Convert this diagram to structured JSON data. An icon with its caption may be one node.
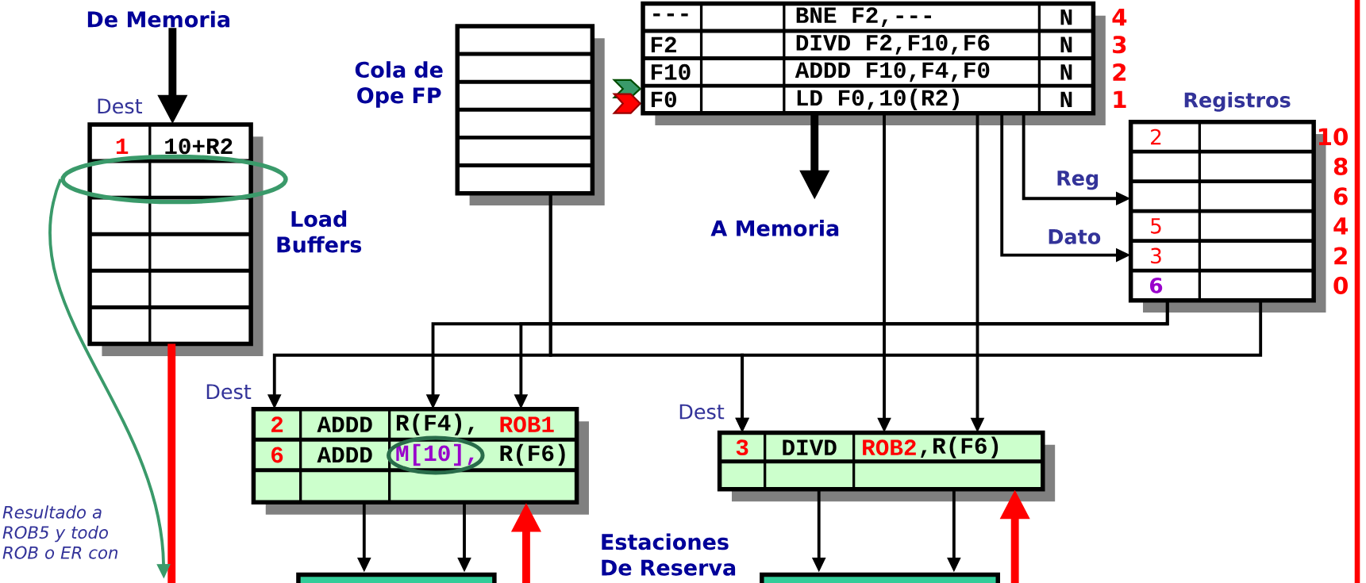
{
  "diagram": {
    "nodes": [
      {
        "text": [
          "De Memoria"
        ]
      },
      {
        "text": [
          "Dest",
          "1",
          "10+R2",
          "Load Buffers"
        ]
      },
      {
        "text": [],
        "shape": "ellipse"
      },
      {
        "text": [
          "Cola de Ope FP"
        ]
      },
      {
        "text": [
          "---",
          "BNE F2,---",
          "N",
          "F2",
          "DIVD F2,F10,F6",
          "N",
          "F10",
          "ADDD F10,F4,F0",
          "N",
          "F0",
          "LD F0,10(R2)",
          "N"
        ],
        "beside": [
          "4",
          "3",
          "2",
          "1"
        ]
      },
      {
        "text": [
          "A Memoria"
        ]
      },
      {
        "text": [
          "Registros",
          "2",
          "5",
          "3",
          "6"
        ],
        "beside": [
          "10",
          "8",
          "6",
          "4",
          "2",
          "0"
        ]
      },
      {
        "text": [
          "Dest",
          "2",
          "ADDD",
          "R(F4),",
          "ROB1",
          "6",
          "ADDD",
          "M[10],",
          "R(F6)"
        ]
      },
      {
        "text": [
          "Dest",
          "3",
          "DIVD",
          "ROB2",
          ",R(F6)"
        ]
      },
      {
        "text": [],
        "shape": "box"
      },
      {
        "text": [],
        "shape": "box"
      }
    ],
    "edges": [
      {
        "from": 0,
        "to": 1,
        "arrow": "to",
        "style": "thick"
      },
      {
        "from": 1,
        "to": null,
        "arrow": "none",
        "style": "thick",
        "color": "#ff0000"
      },
      {
        "from": 4,
        "to": 5,
        "arrow": "to",
        "style": "thick"
      },
      {
        "from": 4,
        "to": 6,
        "arrow": "to",
        "label": "Reg"
      },
      {
        "from": 4,
        "to": 6,
        "arrow": "to",
        "label": "Dato"
      },
      {
        "from": 4,
        "to": 8,
        "arrow": "to"
      },
      {
        "from": 4,
        "to": 8,
        "arrow": "to"
      },
      {
        "from": 6,
        "to": 7,
        "arrow": "to"
      },
      {
        "from": 6,
        "to": 7,
        "arrow": "to"
      },
      {
        "from": 3,
        "to": 7,
        "arrow": "to"
      },
      {
        "from": 3,
        "to": 8,
        "arrow": "to"
      },
      {
        "from": 6,
        "to": 8,
        "arrow": "to"
      },
      {
        "from": 7,
        "to": 9,
        "arrow": "to"
      },
      {
        "from": 7,
        "to": 9,
        "arrow": "to"
      },
      {
        "from": 8,
        "to": 10,
        "arrow": "to"
      },
      {
        "from": 8,
        "to": 10,
        "arrow": "to"
      },
      {
        "from": null,
        "to": 7,
        "arrow": "to",
        "style": "thick",
        "color": "#ff0000"
      },
      {
        "from": null,
        "to": 8,
        "arrow": "to",
        "style": "thick",
        "color": "#ff0000"
      },
      {
        "from": 2,
        "to": null,
        "arrow": "to",
        "color": "#3a9a6a"
      }
    ],
    "labels": [
      "Resultado a ROB5 y todo ROB o ER con",
      "Estaciones De Reserva"
    ]
  }
}
